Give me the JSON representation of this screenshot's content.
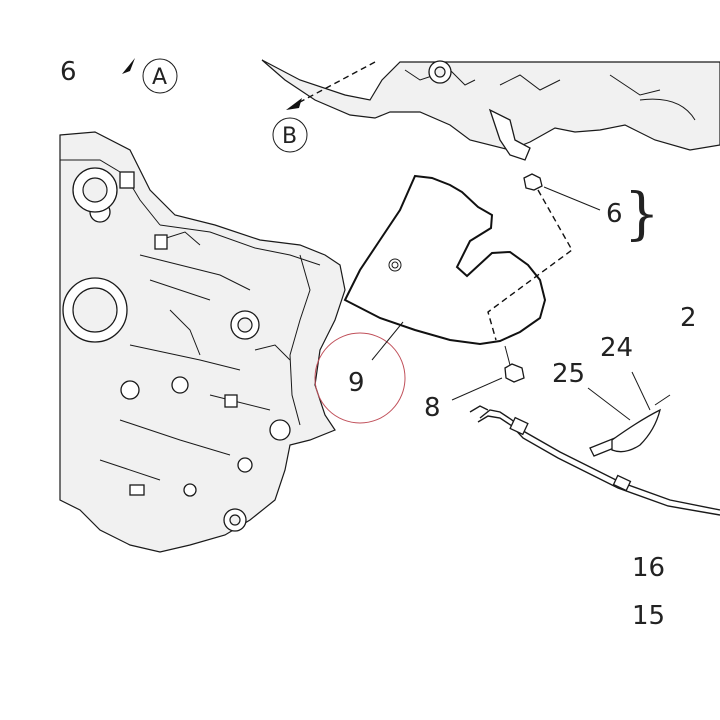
{
  "diagram": {
    "callouts": {
      "top_left_6": "6",
      "ref_A": "A",
      "ref_B": "B",
      "label_6": "6",
      "label_2_partial": "2",
      "label_24": "24",
      "label_25": "25",
      "label_9": "9",
      "label_8": "8",
      "label_16": "16",
      "label_15": "15"
    },
    "brace_symbol": "}",
    "highlight_color": "#c0505a",
    "line_color": "#1a1a1a"
  }
}
